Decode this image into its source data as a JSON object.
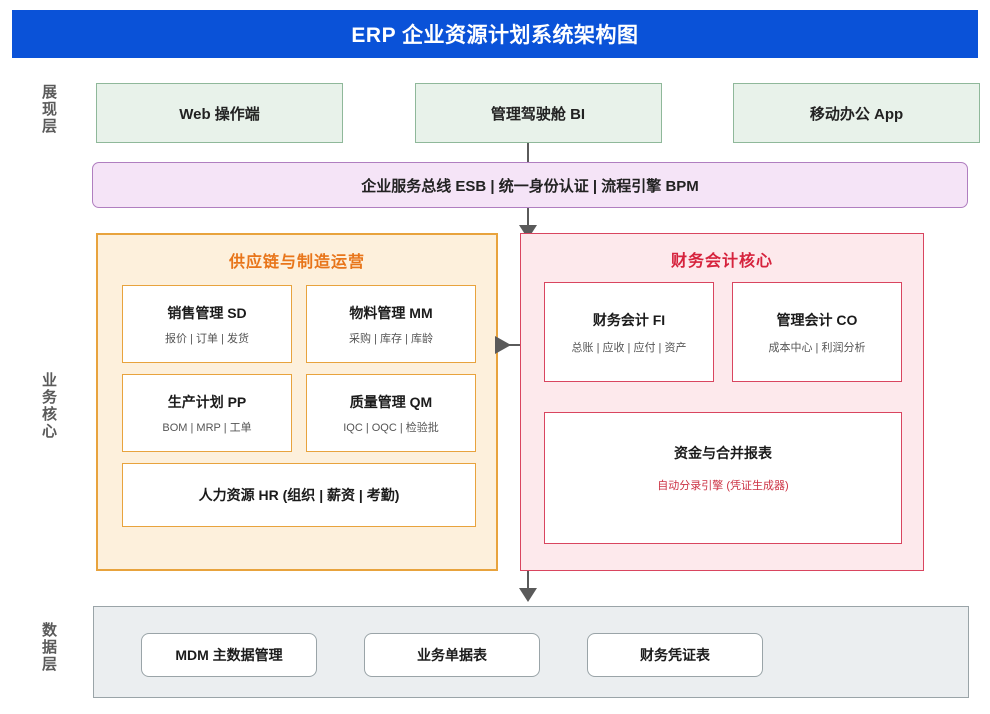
{
  "header": {
    "title": "ERP 企业资源计划系统架构图",
    "background_color": "#0a52d8",
    "text_color": "#ffffff"
  },
  "layers": {
    "presentation_label": "展现层",
    "core_label": "业务核心",
    "data_label": "数据层"
  },
  "presentation": {
    "boxes": [
      {
        "label": "Web 操作端"
      },
      {
        "label": "管理驾驶舱 BI"
      },
      {
        "label": "移动办公 App"
      }
    ],
    "fill_color": "#e8f2ea",
    "border_color": "#8fb89a"
  },
  "middleware": {
    "label": "企业服务总线 ESB | 统一身份认证 | 流程引擎 BPM",
    "fill_color": "#f5e4f7",
    "border_color": "#b07ec0"
  },
  "supply_chain": {
    "title": "供应链与制造运营",
    "title_color": "#e8751a",
    "fill_color": "#fdf0dc",
    "border_color": "#e8a33d",
    "modules": [
      {
        "title": "销售管理 SD",
        "sub": "报价 | 订单 | 发货"
      },
      {
        "title": "物料管理 MM",
        "sub": "采购 | 库存 | 库龄"
      },
      {
        "title": "生产计划 PP",
        "sub": "BOM | MRP | 工单"
      },
      {
        "title": "质量管理 QM",
        "sub": "IQC | OQC | 检验批"
      }
    ],
    "wide_module": {
      "title": "人力资源 HR (组织 | 薪资 | 考勤)"
    }
  },
  "finance": {
    "title": "财务会计核心",
    "title_color": "#d6233d",
    "fill_color": "#fde9ec",
    "border_color": "#d9455f",
    "modules": [
      {
        "title": "财务会计 FI",
        "sub": "总账 | 应收 | 应付 | 资产"
      },
      {
        "title": "管理会计 CO",
        "sub": "成本中心 | 利润分析"
      }
    ],
    "wide_module": {
      "title": "资金与合并报表",
      "sub": "自动分录引擎 (凭证生成器)",
      "sub_color": "#cc3344"
    }
  },
  "data_layer": {
    "fill_color": "#ebeef0",
    "border_color": "#9aa4a8",
    "boxes": [
      {
        "label": "MDM 主数据管理"
      },
      {
        "label": "业务单据表"
      },
      {
        "label": "财务凭证表"
      }
    ]
  }
}
